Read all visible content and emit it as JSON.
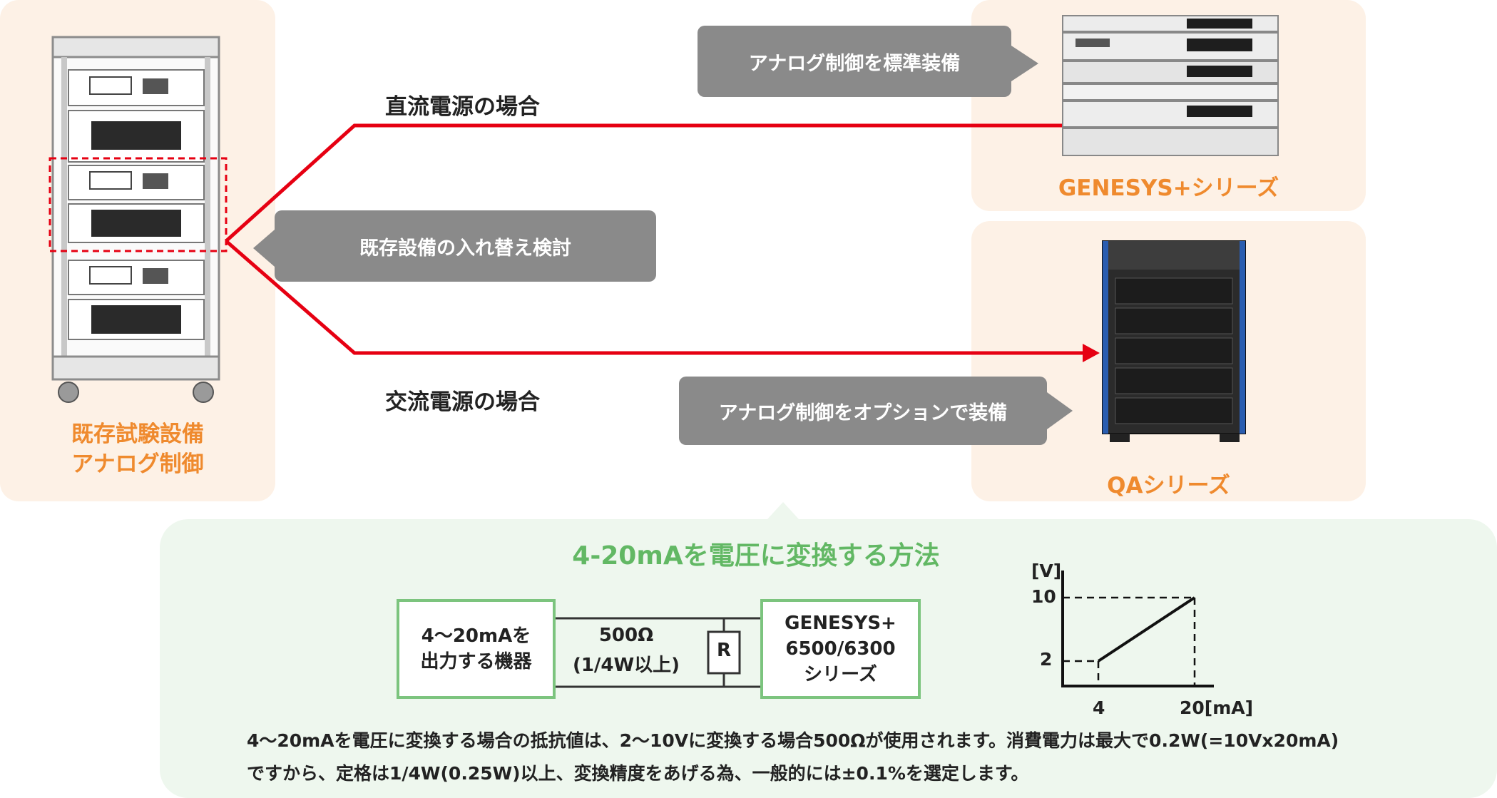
{
  "left": {
    "caption_line1": "既存試験設備",
    "caption_line2": "アナログ制御"
  },
  "routes": {
    "dc_label": "直流電源の場合",
    "ac_label": "交流電源の場合",
    "replace_bubble": "既存設備の入れ替え検討",
    "dc_bubble": "アナログ制御を標準装備",
    "ac_bubble": "アナログ制御をオプションで装備"
  },
  "products": {
    "genesys_caption": "GENESYS+シリーズ",
    "qa_caption": "QAシリーズ"
  },
  "method": {
    "title": "4-20mAを電圧に変換する方法",
    "source_line1": "4〜20mAを",
    "source_line2": "出力する機器",
    "resistor_value": "500Ω",
    "resistor_rating": "(1/4W以上)",
    "resistor_symbol": "R",
    "target_line1": "GENESYS+",
    "target_line2": "6500/6300",
    "target_line3": "シリーズ",
    "note_line1": "4〜20mAを電圧に変換する場合の抵抗値は、2〜10Vに変換する場合500Ωが使用されます。消費電力は最大で0.2W(=10Vx20mA)",
    "note_line2": "ですから、定格は1/4W(0.25W)以上、変換精度をあげる為、一般的には±0.1%を選定します。"
  },
  "graph": {
    "y_unit": "[V]",
    "y_tick_high": "10",
    "y_tick_low": "2",
    "x_tick_low": "4",
    "x_tick_high": "20[mA]",
    "points": [
      [
        4,
        2
      ],
      [
        20,
        10
      ]
    ]
  },
  "colors": {
    "arrow": "#e60012",
    "caption": "#ef8a2e",
    "title_green": "#62b864",
    "box_green": "#7cc47e",
    "bubble_grey": "#8a8a8a"
  }
}
